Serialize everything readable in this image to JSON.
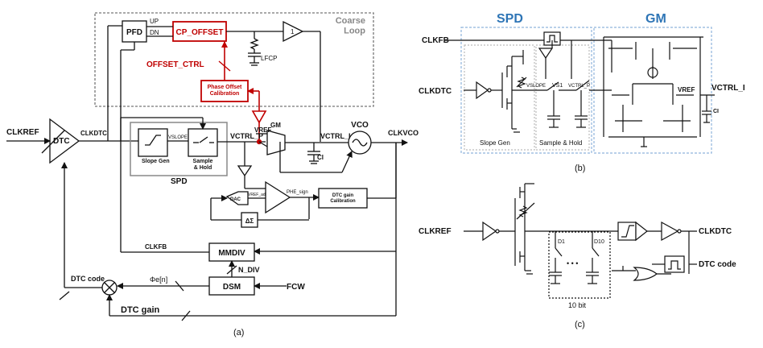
{
  "panel_a": {
    "coarse_loop": "Coarse\nLoop",
    "pfd": "PFD",
    "up": "UP",
    "dn": "DN",
    "cp_offset": "CP_OFFSET",
    "lfcp": "LFCP",
    "buf_one": "1",
    "offset_ctrl": "OFFSET_CTRL",
    "phase_offset_cal": "Phase Offset\nCalibration",
    "clkref": "CLKREF",
    "dtc": "DTC",
    "clkdtc": "CLKDTC",
    "vslope": "VSLOPE",
    "slope_gen": "Slope Gen",
    "sample_hold": "Sample\n& Hold",
    "spd": "SPD",
    "vctrl_p": "VCTRL_P",
    "vref": "VREF",
    "gm": "GM",
    "ci": "CI",
    "vctrl_i": "VCTRL_I",
    "vco": "VCO",
    "clkvco": "CLKVCO",
    "dac": "DAC",
    "vref_adj": "VREF_adj",
    "phe_sign": "PHE_sign",
    "dtc_gain_cal": "DTC gain\nCalibration",
    "delta_sigma": "ΔΣ",
    "clkfb": "CLKFB",
    "mmdiv": "MMDIV",
    "n_div": "N_DIV",
    "dtc_code": "DTC code",
    "phi_e": "Φe[n]",
    "dsm": "DSM",
    "fcw": "FCW",
    "dtc_gain": "DTC gain",
    "caption": "(a)"
  },
  "panel_b": {
    "spd_title": "SPD",
    "gm_title": "GM",
    "clkfb": "CLKFB",
    "clkdtc": "CLKDTC",
    "vslope": "VSLOPE",
    "vs1": "VS1",
    "vctrl_p": "VCTRL_P",
    "slope_gen": "Slope Gen",
    "sample_hold": "Sample & Hold",
    "vref": "VREF",
    "vctrl_i": "VCTRL_I",
    "ci": "CI",
    "caption": "(b)"
  },
  "panel_c": {
    "clkref": "CLKREF",
    "clkdtc": "CLKDTC",
    "d1": "D1",
    "d10": "D10",
    "dots": "• • •",
    "ten_bit": "10 bit",
    "dtc_code": "DTC code",
    "caption": "(c)"
  },
  "colors": {
    "line": "#111111",
    "red": "#c00000",
    "blue": "#2e75b6",
    "dash_blue": "#8fb4dc"
  }
}
